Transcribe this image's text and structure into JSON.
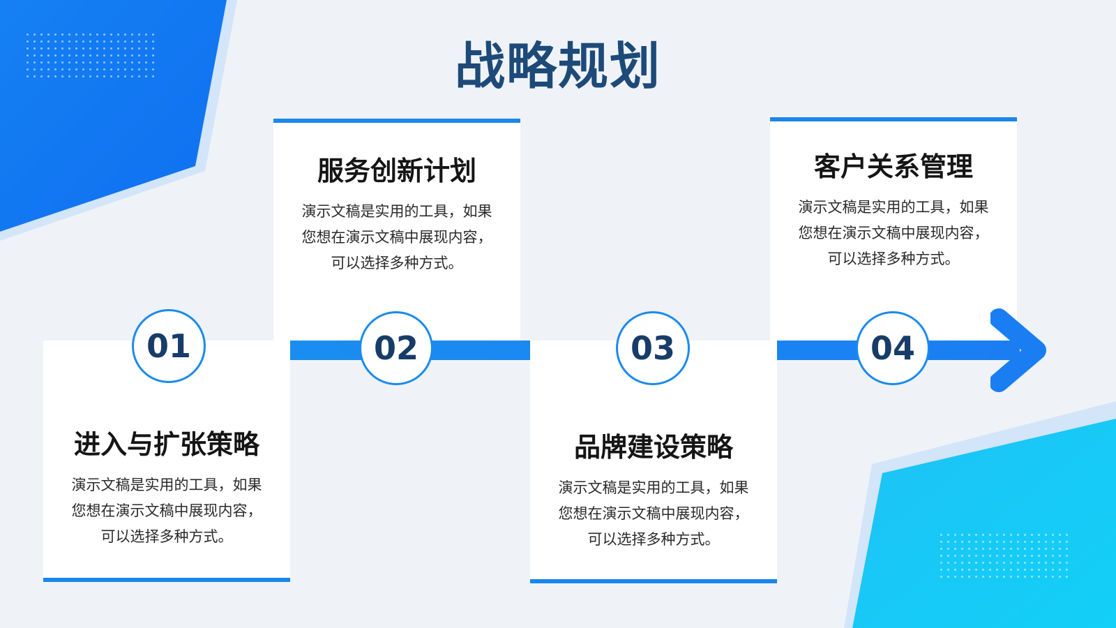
{
  "title": "战略规划",
  "steps": [
    {
      "number": "01",
      "title": "进入与扩张策略",
      "desc": "演示文稿是实用的工具，如果您想在演示文稿中展现内容，可以选择多种方式。"
    },
    {
      "number": "02",
      "title": "服务创新计划",
      "desc": "演示文稿是实用的工具，如果您想在演示文稿中展现内容，可以选择多种方式。"
    },
    {
      "number": "03",
      "title": "品牌建设策略",
      "desc": "演示文稿是实用的工具，如果您想在演示文稿中展现内容，可以选择多种方式。"
    },
    {
      "number": "04",
      "title": "客户关系管理",
      "desc": "演示文稿是实用的工具，如果您想在演示文稿中展现内容，可以选择多种方式。"
    }
  ],
  "colors": {
    "background": "#eff3f8",
    "title": "#1d4a78",
    "accent": "#1a86ee",
    "accent_light": "#1cc8f5",
    "number": "#173c69"
  },
  "icons": {
    "timeline_end": "arrow-right-icon"
  }
}
